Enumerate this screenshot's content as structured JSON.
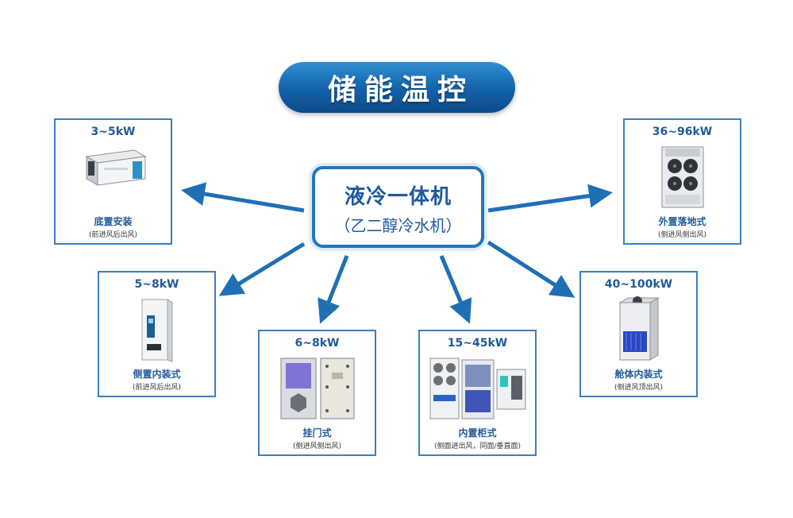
{
  "banner": {
    "title": "储能温控"
  },
  "center": {
    "title": "液冷一体机",
    "subtitle": "（乙二醇冷水机）"
  },
  "cards": [
    {
      "power": "3~5kW",
      "name": "底置安装",
      "note": "(前进风后出风)"
    },
    {
      "power": "5~8kW",
      "name": "侧置内装式",
      "note": "(前进风后出风)"
    },
    {
      "power": "6~8kW",
      "name": "挂门式",
      "note": "(侧进风侧出风)"
    },
    {
      "power": "15~45kW",
      "name": "内置柜式",
      "note": "(侧面进出风，同面/垂直面)"
    },
    {
      "power": "40~100kW",
      "name": "舱体内装式",
      "note": "(侧进风顶出风)"
    },
    {
      "power": "36~96kW",
      "name": "外置落地式",
      "note": "(侧进风侧出风)"
    }
  ],
  "colors": {
    "accent": "#1e6fb5",
    "banner": "#1461a8",
    "border": "#3a7fc0"
  }
}
